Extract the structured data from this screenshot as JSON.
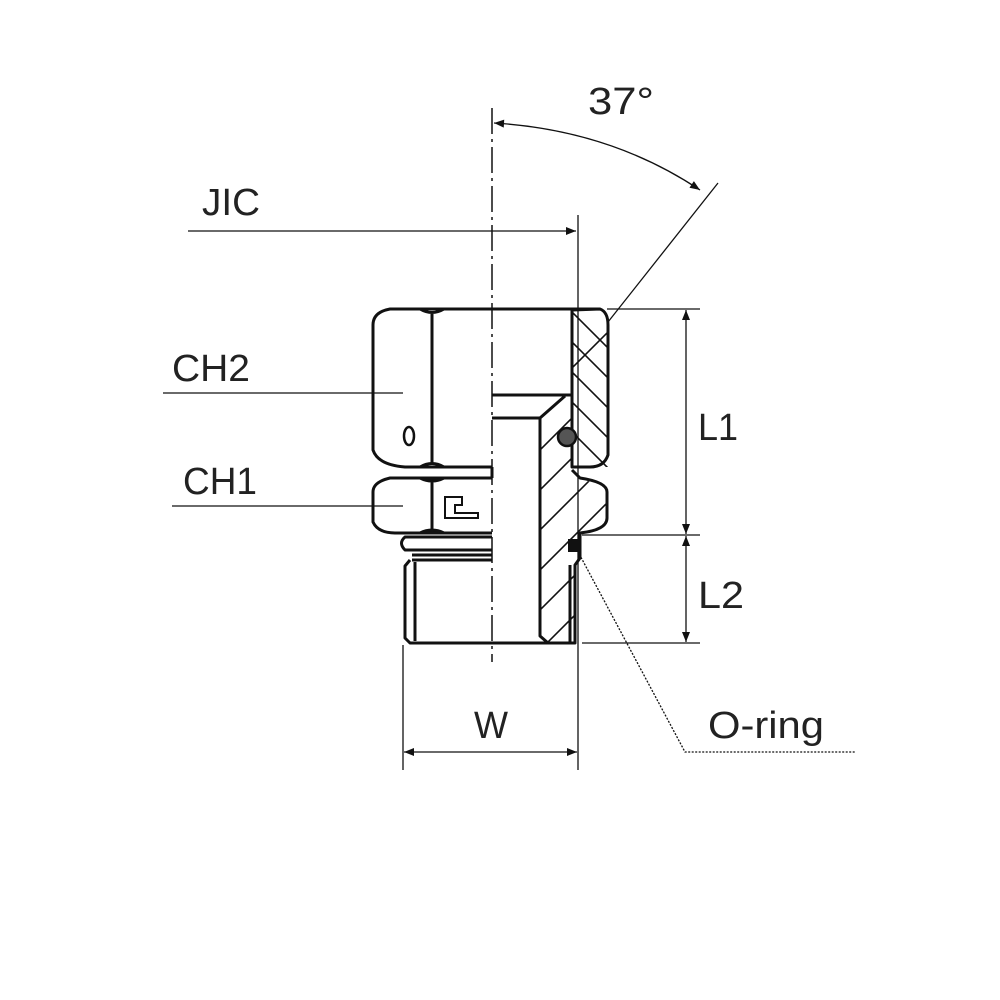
{
  "labels": {
    "angle": "37°",
    "jic": "JIC",
    "ch2": "CH2",
    "ch1": "CH1",
    "l1": "L1",
    "l2": "L2",
    "w": "W",
    "oring": "O-ring"
  },
  "nut_mark": "0",
  "colors": {
    "line": "#111111",
    "background": "#ffffff"
  }
}
